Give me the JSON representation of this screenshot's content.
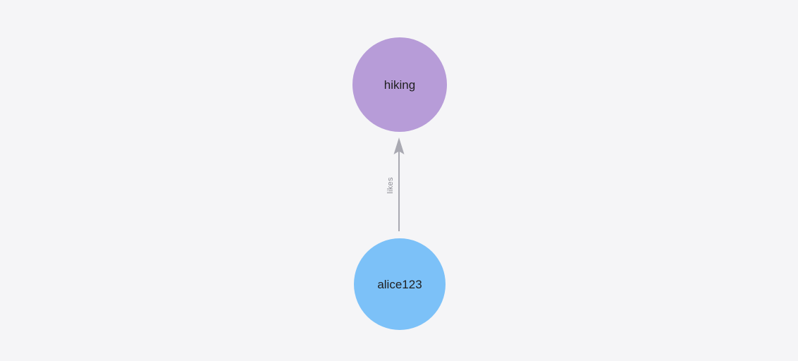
{
  "graph": {
    "background_color": "#f5f5f7",
    "nodes": [
      {
        "id": "hiking",
        "label": "hiking",
        "fill_color": "#b79cd8",
        "text_color": "#1f1f1f"
      },
      {
        "id": "alice123",
        "label": "alice123",
        "fill_color": "#7cc1f8",
        "text_color": "#1f1f1f"
      }
    ],
    "edges": [
      {
        "from": "alice123",
        "to": "hiking",
        "label": "likes",
        "line_color": "#a9a9b2",
        "label_color": "#8d8d95"
      }
    ]
  }
}
